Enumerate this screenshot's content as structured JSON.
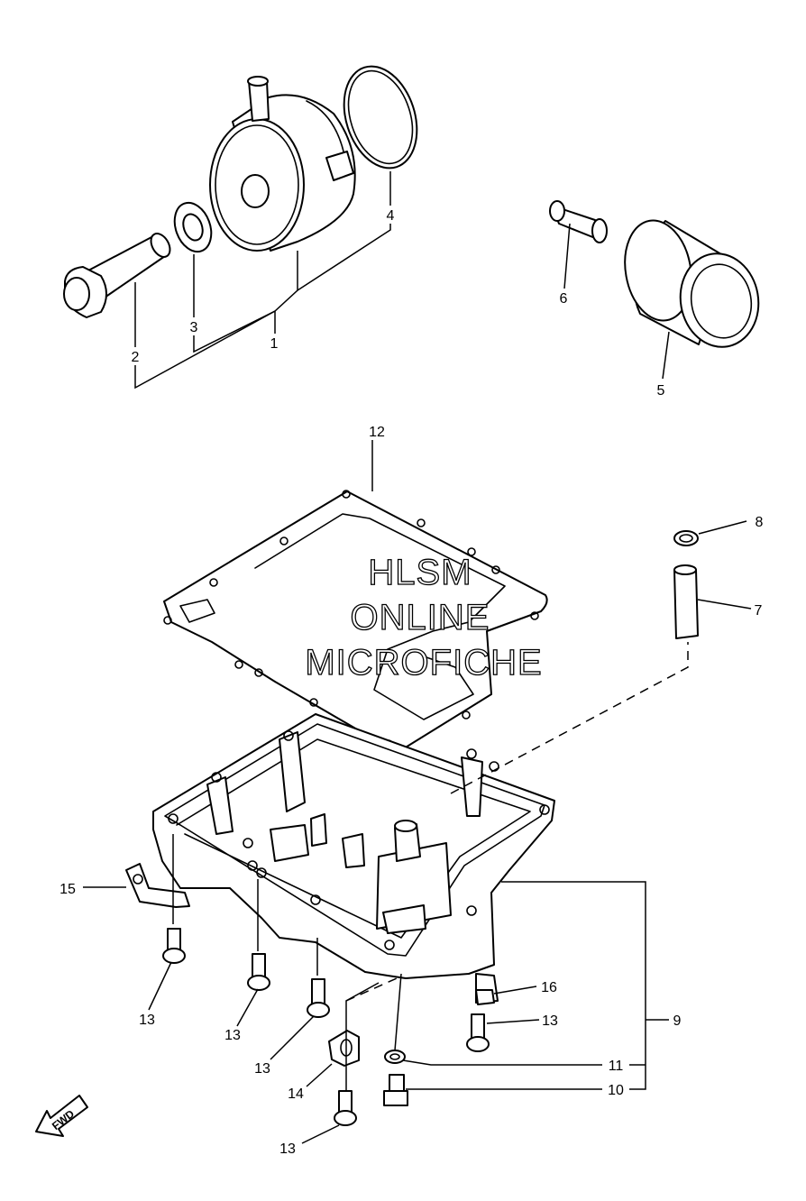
{
  "diagram": {
    "watermark": [
      "HLSM",
      "ONLINE",
      "MICROFICHE"
    ],
    "direction_label": "FWD",
    "callouts": {
      "c1": "1",
      "c2": "2",
      "c3": "3",
      "c4": "4",
      "c5": "5",
      "c6": "6",
      "c7": "7",
      "c8": "8",
      "c9": "9",
      "c10": "10",
      "c11": "11",
      "c12": "12",
      "c13a": "13",
      "c13b": "13",
      "c13c": "13",
      "c13d": "13",
      "c13e": "13",
      "c14": "14",
      "c15": "15",
      "c16": "16"
    }
  }
}
